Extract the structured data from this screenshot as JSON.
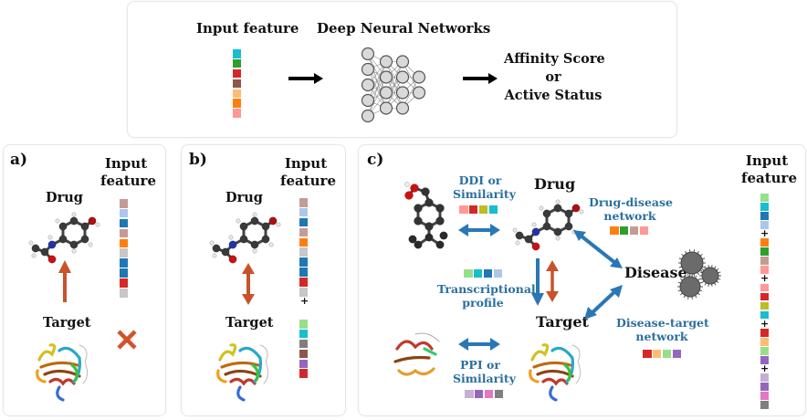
{
  "top_panel": {
    "input_feature_label": "Input feature",
    "dnn_label": "Deep Neural Networks",
    "output_lines": [
      "Affinity Score",
      "or",
      "Active Status"
    ],
    "feature_colors": [
      "#17becf",
      "#2ca02c",
      "#d62728",
      "#8c564b",
      "#ffbb78",
      "#ff7f0e",
      "#ff9896"
    ],
    "network_layers": [
      5,
      4,
      4,
      2
    ]
  },
  "panel_a": {
    "label": "a)",
    "input_feature_lines": [
      "Input",
      "feature"
    ],
    "drug_label": "Drug",
    "target_label": "Target",
    "drug_feature_colors": [
      "#c49c94",
      "#aec7e8",
      "#1f77b4",
      "#c49c94",
      "#ff7f0e",
      "#c7c7c7",
      "#1f77b4",
      "#1f77b4",
      "#d62728",
      "#c7c7c7"
    ],
    "target_feature_absent_icon": "cross-icon",
    "arrow": "up"
  },
  "panel_b": {
    "label": "b)",
    "input_feature_lines": [
      "Input",
      "feature"
    ],
    "drug_label": "Drug",
    "target_label": "Target",
    "plus": "+",
    "drug_feature_colors": [
      "#c49c94",
      "#aec7e8",
      "#1f77b4",
      "#c49c94",
      "#ff7f0e",
      "#c7c7c7",
      "#1f77b4",
      "#1f77b4",
      "#d62728",
      "#c7c7c7"
    ],
    "target_feature_colors": [
      "#98df8a",
      "#17becf",
      "#7f7f7f",
      "#8c564b",
      "#9467bd",
      "#d62728"
    ],
    "arrow": "double"
  },
  "panel_c": {
    "label": "c)",
    "drug_label": "Drug",
    "target_label": "Target",
    "disease_label": "Disease",
    "input_feature_lines": [
      "Input",
      "feature"
    ],
    "ddi": {
      "lines": [
        "DDI or",
        "Similarity"
      ],
      "colors": [
        "#ff9896",
        "#d62728",
        "#bcbd22",
        "#17becf"
      ]
    },
    "transcriptional": {
      "lines": [
        "Transcriptional",
        "profile"
      ],
      "colors": [
        "#98df8a",
        "#17becf",
        "#1f77b4",
        "#aec7e8"
      ]
    },
    "ppi": {
      "lines": [
        "PPI or",
        "Similarity"
      ],
      "colors": [
        "#c5b0d5",
        "#9467bd",
        "#e377c2",
        "#7f7f7f"
      ]
    },
    "drug_disease": {
      "lines": [
        "Drug-disease",
        "network"
      ],
      "colors": [
        "#ff7f0e",
        "#2ca02c",
        "#c49c94",
        "#ff9896"
      ]
    },
    "disease_target": {
      "lines": [
        "Disease-target",
        "network"
      ],
      "colors": [
        "#d62728",
        "#ffbb78",
        "#98df8a",
        "#9467bd"
      ]
    },
    "combined_feature_groups": [
      [
        "#98df8a",
        "#17becf",
        "#1f77b4",
        "#aec7e8"
      ],
      [
        "#ff7f0e",
        "#2ca02c",
        "#c49c94",
        "#ff9896"
      ],
      [
        "#ff9896",
        "#d62728",
        "#bcbd22",
        "#17becf"
      ],
      [
        "#d62728",
        "#ffbb78",
        "#98df8a",
        "#9467bd"
      ],
      [
        "#c5b0d5",
        "#9467bd",
        "#e377c2",
        "#7f7f7f"
      ]
    ],
    "plus": "+"
  },
  "colors": {
    "arrow_orange": "#c8532a",
    "arrow_blue": "#2a77b5",
    "text_blue": "#2a6f9f",
    "cross": "#d0542a"
  }
}
